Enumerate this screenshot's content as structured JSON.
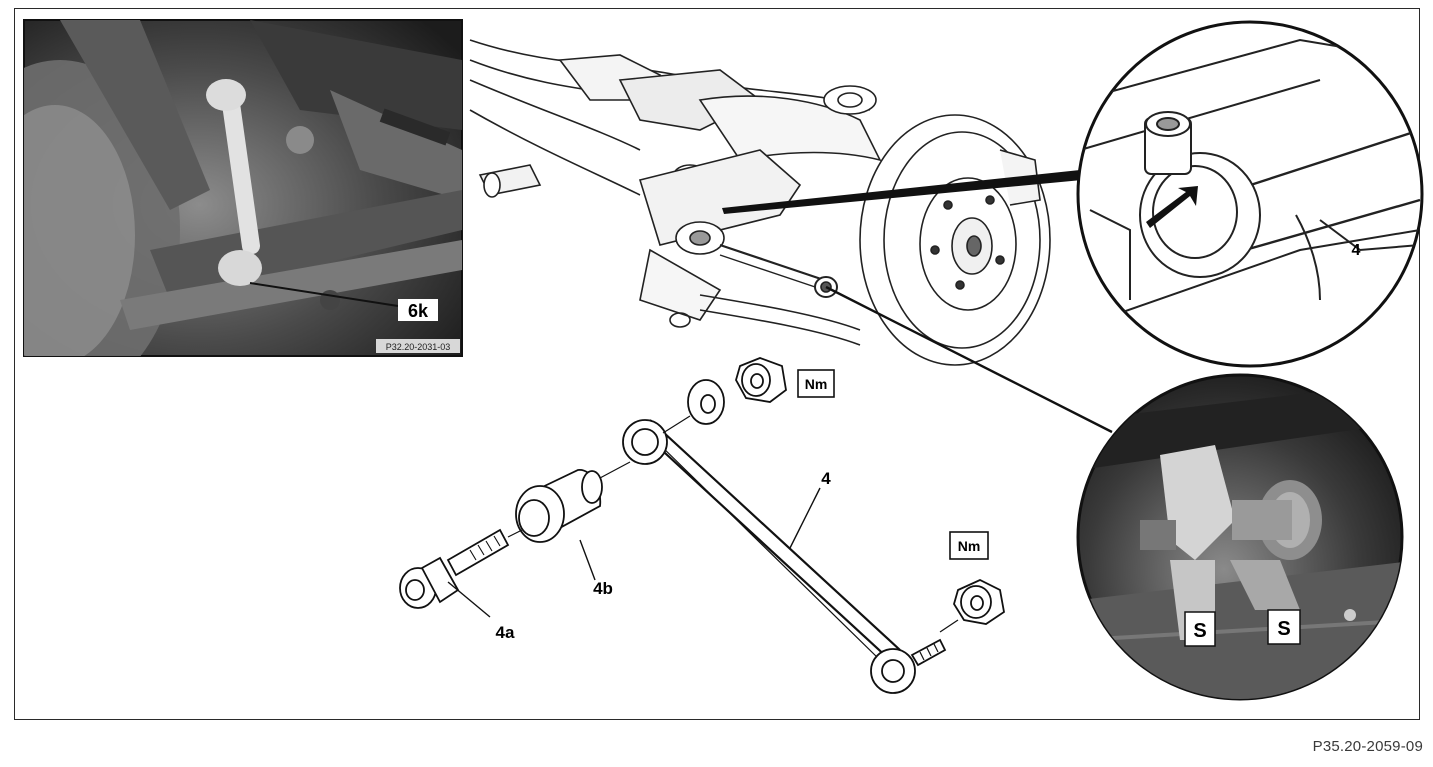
{
  "photo_inset": {
    "label": "6k",
    "ref_code": "P32.20-2031-03"
  },
  "callouts": {
    "control_arm": "4",
    "control_arm_detail": "4",
    "bolt": "4a",
    "bushing": "4b"
  },
  "torque_symbols": {
    "nut_upper": "Nm",
    "nut_lower": "Nm"
  },
  "tool_symbols": {
    "left": "S",
    "right": "S"
  },
  "figure_ref": "P35.20-2059-09"
}
